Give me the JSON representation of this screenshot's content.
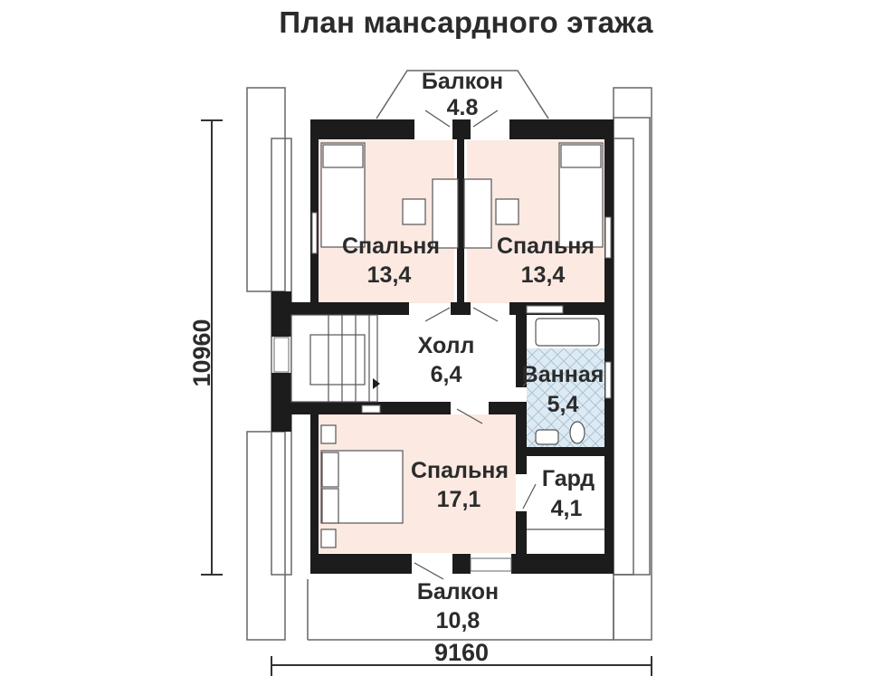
{
  "title": "План мансардного этажа",
  "colors": {
    "wall": "#1c1c1c",
    "bedroom_fill": "#fbe9e2",
    "bath_fill": "#dceaf4",
    "line": "#555555",
    "text": "#2b2b2b"
  },
  "rooms": [
    {
      "id": "balcony-top",
      "name": "Балкон",
      "area": "4.8"
    },
    {
      "id": "bedroom-left",
      "name": "Спальня",
      "area": "13,4"
    },
    {
      "id": "bedroom-right",
      "name": "Спальня",
      "area": "13,4"
    },
    {
      "id": "hall",
      "name": "Холл",
      "area": "6,4"
    },
    {
      "id": "bathroom",
      "name": "Ванная",
      "area": "5,4"
    },
    {
      "id": "bedroom-main",
      "name": "Спальня",
      "area": "17,1"
    },
    {
      "id": "wardrobe",
      "name": "Гард",
      "area": "4,1"
    },
    {
      "id": "balcony-bottom",
      "name": "Балкон",
      "area": "10,8"
    }
  ],
  "dimensions": {
    "height": "10960",
    "width": "9160"
  }
}
